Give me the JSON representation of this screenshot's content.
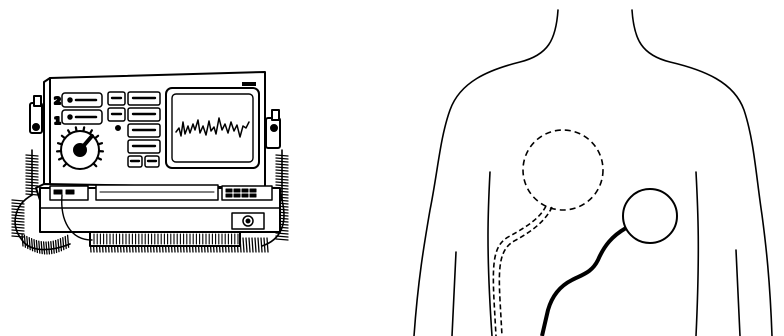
{
  "defibrillator": {
    "energy_step_label": "2",
    "select_step_label": "1",
    "buttons": [
      "",
      "",
      "",
      "",
      "",
      "",
      ""
    ]
  },
  "torso": {
    "pad_front_style": "dashed",
    "pad_back_style": "solid"
  }
}
